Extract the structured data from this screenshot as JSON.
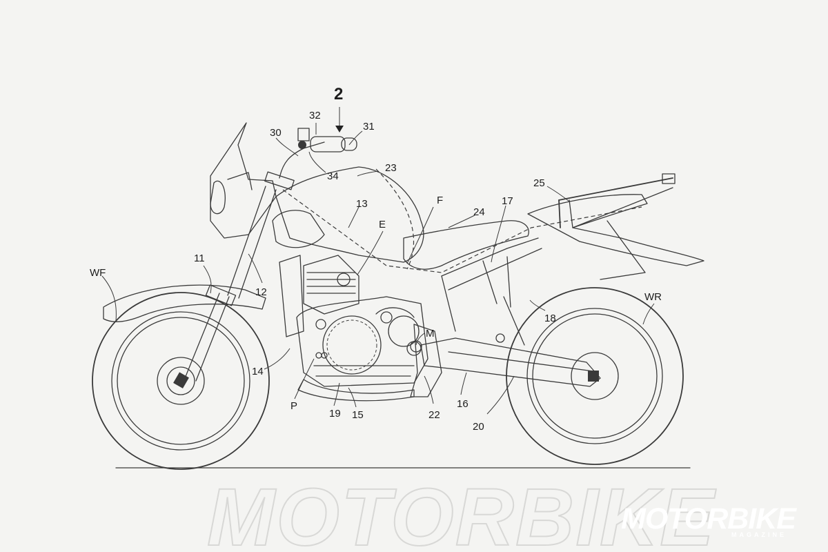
{
  "labels": {
    "l2": "2",
    "l32": "32",
    "l31": "31",
    "l30": "30",
    "l34": "34",
    "l23": "23",
    "l25": "25",
    "l13": "13",
    "lF": "F",
    "l24": "24",
    "l17": "17",
    "lE": "E",
    "lWF": "WF",
    "l11": "11",
    "l12": "12",
    "lWR": "WR",
    "l18": "18",
    "lM": "M",
    "l14": "14",
    "lP": "P",
    "l19": "19",
    "l15": "15",
    "l22": "22",
    "l16": "16",
    "l20": "20"
  },
  "watermark": {
    "background_text": "MOTORBIKE",
    "logo_main": "MOTORBIKE",
    "logo_sub": "MAGAZINE"
  }
}
